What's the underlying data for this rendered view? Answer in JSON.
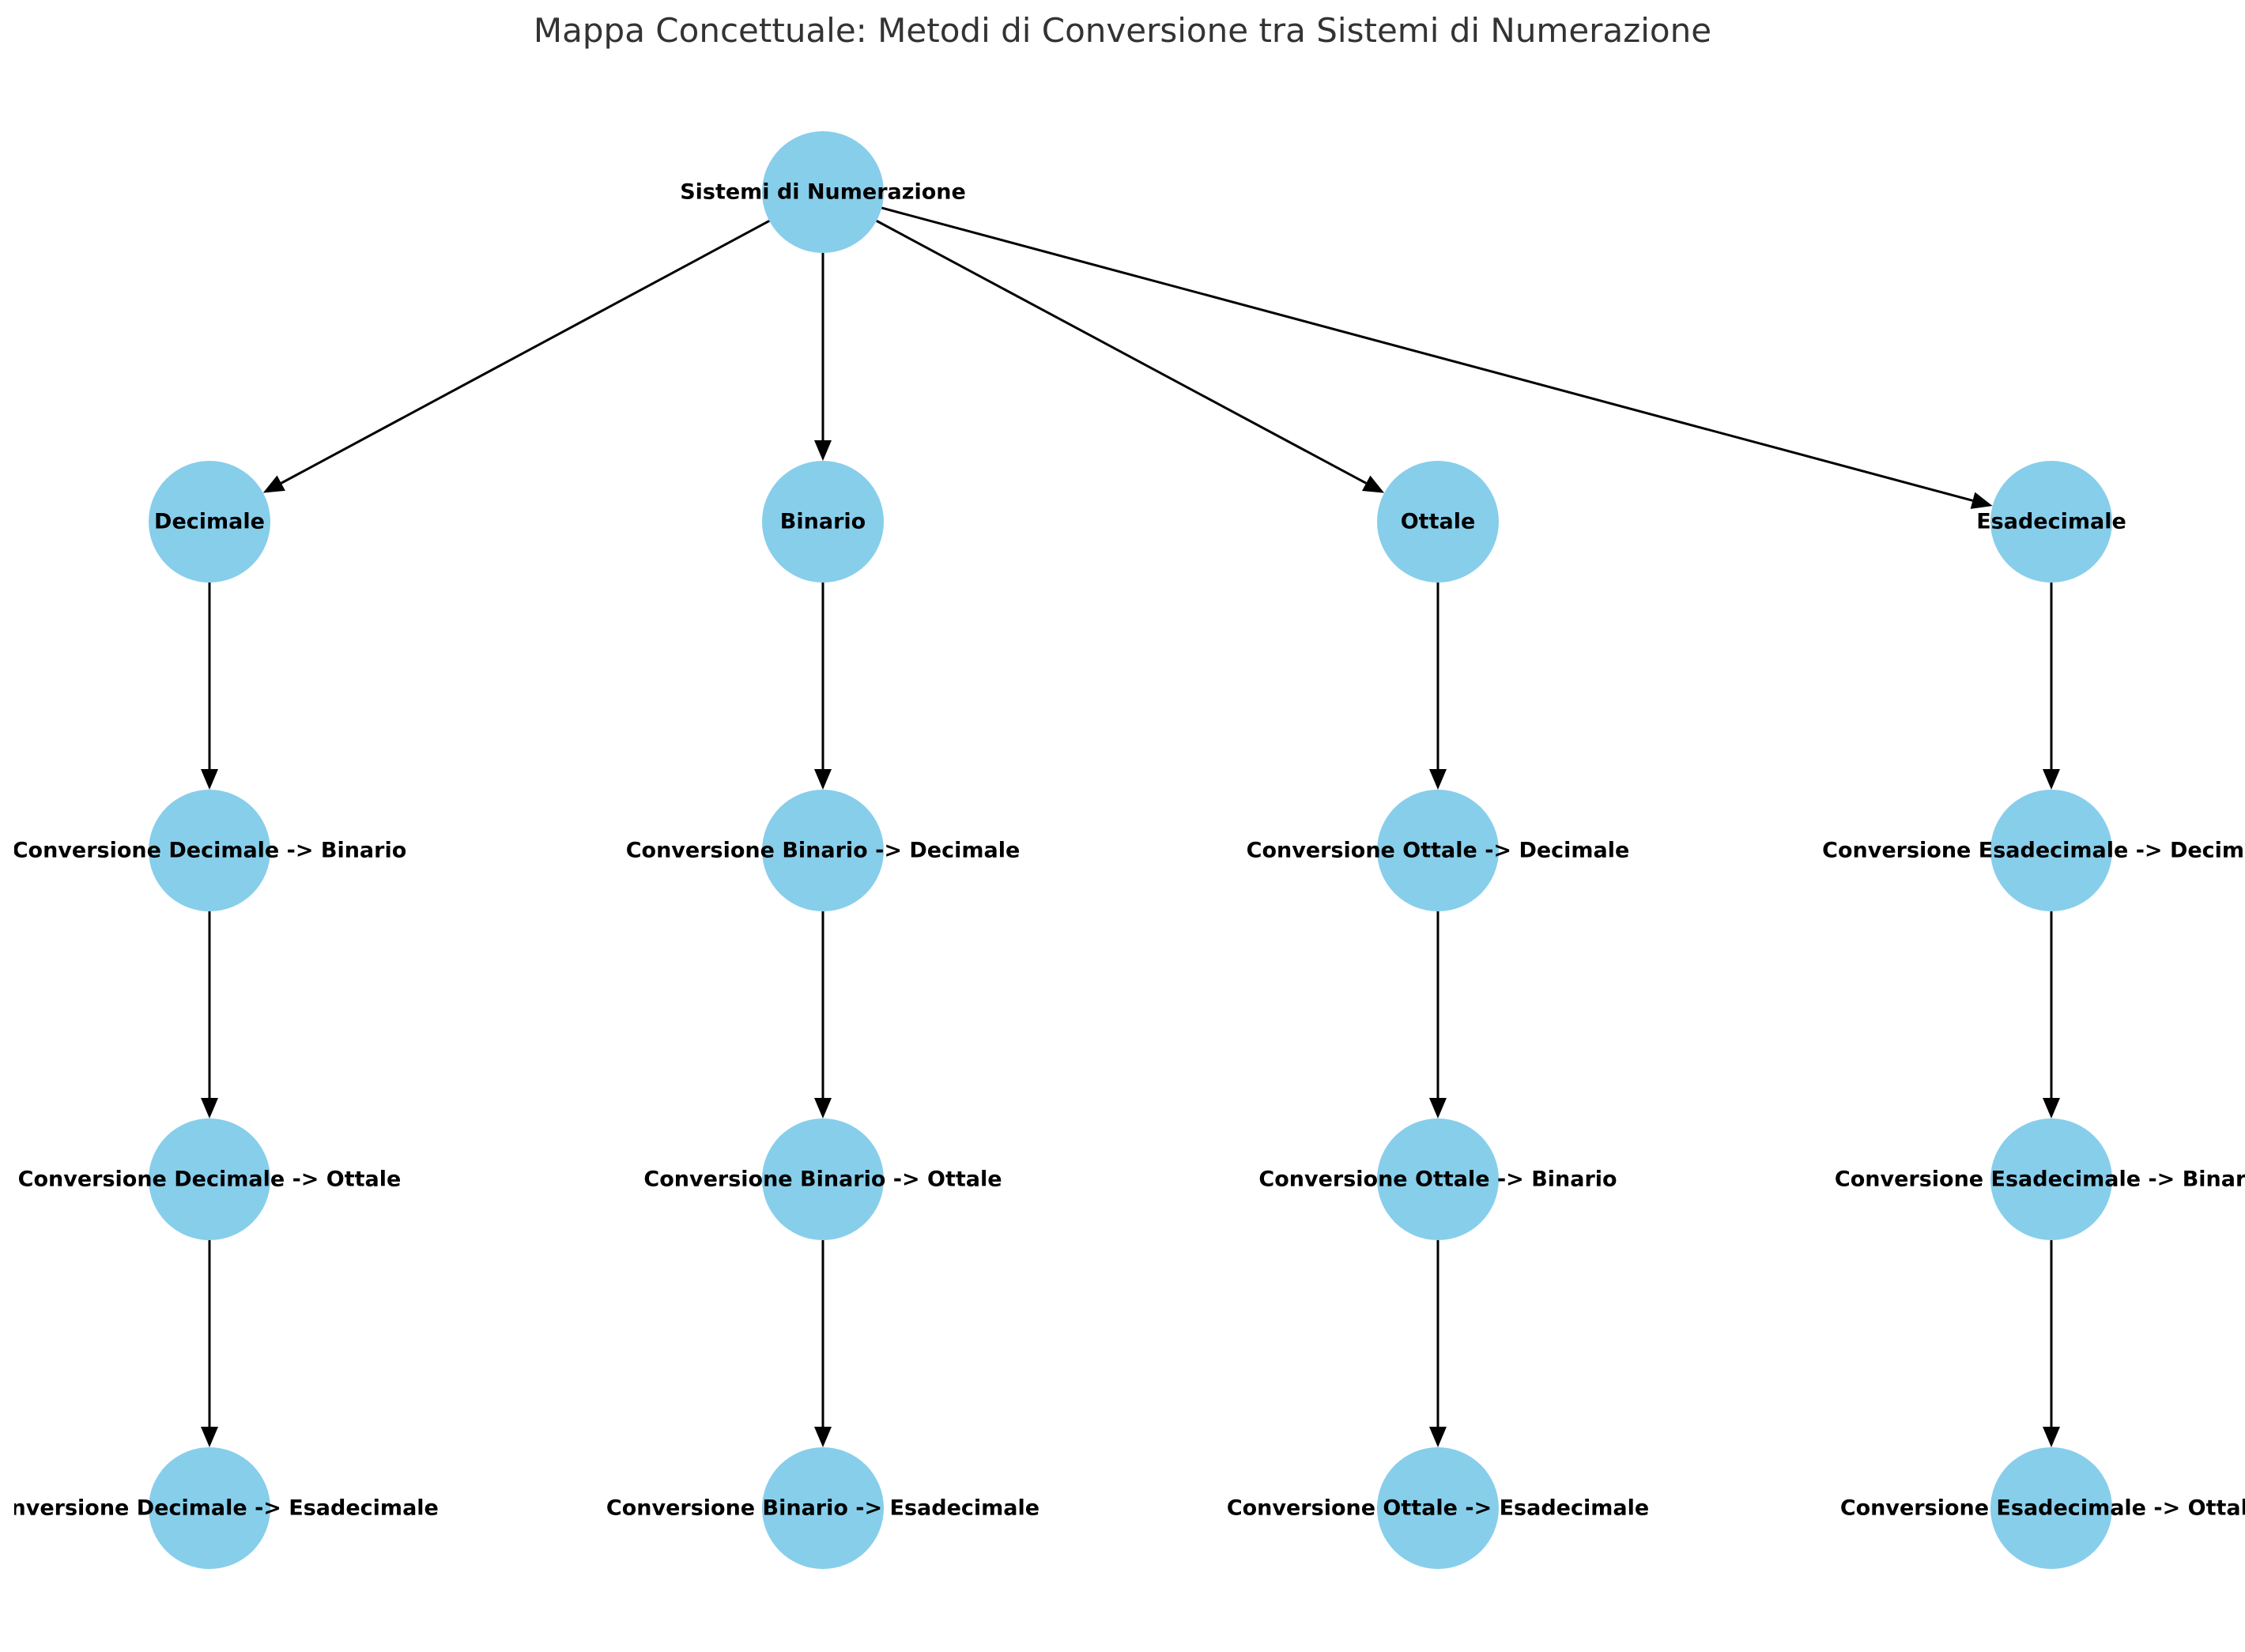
{
  "title": "Mappa Concettuale: Metodi di Conversione tra Sistemi di Numerazione",
  "colors": {
    "node_fill": "#87CEEB",
    "edge": "#000000",
    "label": "#000000",
    "title": "#333333"
  },
  "nodes": [
    {
      "id": "root",
      "label": "Sistemi di Numerazione"
    },
    {
      "id": "dec",
      "label": "Decimale"
    },
    {
      "id": "bin",
      "label": "Binario"
    },
    {
      "id": "oct",
      "label": "Ottale"
    },
    {
      "id": "hex",
      "label": "Esadecimale"
    },
    {
      "id": "dec_bin",
      "label": "Conversione Decimale -> Binario"
    },
    {
      "id": "dec_oct",
      "label": "Conversione Decimale -> Ottale"
    },
    {
      "id": "dec_hex",
      "label": "Conversione Decimale -> Esadecimale"
    },
    {
      "id": "bin_dec",
      "label": "Conversione Binario -> Decimale"
    },
    {
      "id": "bin_oct",
      "label": "Conversione Binario -> Ottale"
    },
    {
      "id": "bin_hex",
      "label": "Conversione Binario -> Esadecimale"
    },
    {
      "id": "oct_dec",
      "label": "Conversione Ottale -> Decimale"
    },
    {
      "id": "oct_bin",
      "label": "Conversione Ottale -> Binario"
    },
    {
      "id": "oct_hex",
      "label": "Conversione Ottale -> Esadecimale"
    },
    {
      "id": "hex_dec",
      "label": "Conversione Esadecimale -> Decimale"
    },
    {
      "id": "hex_bin",
      "label": "Conversione Esadecimale -> Binario"
    },
    {
      "id": "hex_oct",
      "label": "Conversione Esadecimale -> Ottale"
    }
  ],
  "edges": [
    {
      "from": "root",
      "to": "dec"
    },
    {
      "from": "root",
      "to": "bin"
    },
    {
      "from": "root",
      "to": "oct"
    },
    {
      "from": "root",
      "to": "hex"
    },
    {
      "from": "dec",
      "to": "dec_bin"
    },
    {
      "from": "dec_bin",
      "to": "dec_oct"
    },
    {
      "from": "dec_oct",
      "to": "dec_hex"
    },
    {
      "from": "bin",
      "to": "bin_dec"
    },
    {
      "from": "bin_dec",
      "to": "bin_oct"
    },
    {
      "from": "bin_oct",
      "to": "bin_hex"
    },
    {
      "from": "oct",
      "to": "oct_dec"
    },
    {
      "from": "oct_dec",
      "to": "oct_bin"
    },
    {
      "from": "oct_bin",
      "to": "oct_hex"
    },
    {
      "from": "hex",
      "to": "hex_dec"
    },
    {
      "from": "hex_dec",
      "to": "hex_bin"
    },
    {
      "from": "hex_bin",
      "to": "hex_oct"
    }
  ]
}
